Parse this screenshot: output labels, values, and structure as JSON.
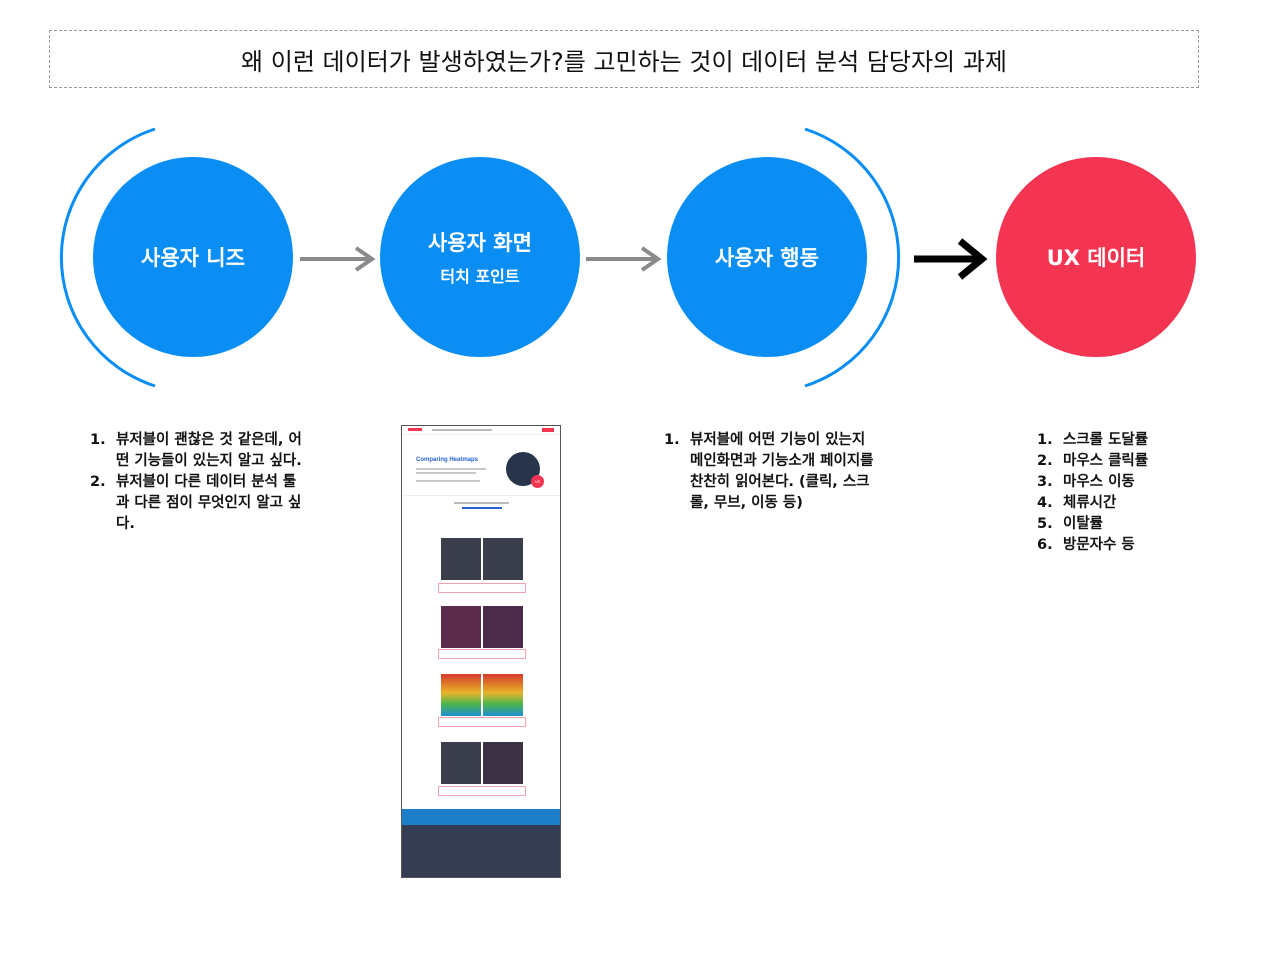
{
  "title": "왜 이런 데이터가 발생하였는가?를 고민하는 것이 데이터 분석 담당자의 과제",
  "nodes": [
    {
      "label": "사용자 니즈",
      "sub": "",
      "color": "#0a8ef4"
    },
    {
      "label": "사용자 화면",
      "sub": "터치 포인트",
      "color": "#0a8ef4"
    },
    {
      "label": "사용자 행동",
      "sub": "",
      "color": "#0a8ef4"
    },
    {
      "label": "UX 데이터",
      "sub": "",
      "color": "#f43552"
    }
  ],
  "lists": {
    "needs": [
      {
        "num": "1.",
        "text": "뷰저블이 괜찮은 것 같은데, 어떤 기능들이 있는지 알고 싶다."
      },
      {
        "num": "2.",
        "text": "뷰저블이 다른 데이터 분석 툴과 다른 점이 무엇인지 알고 싶다."
      }
    ],
    "actions": [
      {
        "num": "1.",
        "text": "뷰저블에 어떤 기능이 있는지 메인화면과 기능소개 페이지를 찬찬히 읽어본다. (클릭, 스크롤, 무브, 이동 등)"
      }
    ],
    "ux_data": [
      {
        "num": "1.",
        "text": "스크롤 도달률"
      },
      {
        "num": "2.",
        "text": "마우스 클릭률"
      },
      {
        "num": "3.",
        "text": "마우스 이동"
      },
      {
        "num": "4.",
        "text": "체류시간"
      },
      {
        "num": "5.",
        "text": "이탈률"
      },
      {
        "num": "6.",
        "text": "방문자수 등"
      }
    ]
  },
  "screenshot": {
    "heading": "Comparing Heatmaps",
    "badge": "VS"
  }
}
